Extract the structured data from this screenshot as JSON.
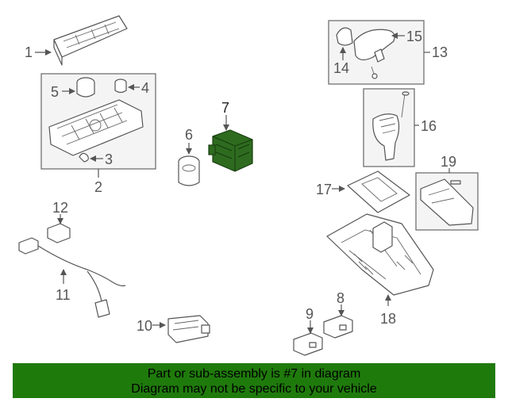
{
  "callouts": {
    "c1": "1",
    "c2": "2",
    "c3": "3",
    "c4": "4",
    "c5": "5",
    "c6": "6",
    "c7": "7",
    "c8": "8",
    "c9": "9",
    "c10": "10",
    "c11": "11",
    "c12": "12",
    "c13": "13",
    "c14": "14",
    "c15": "15",
    "c16": "16",
    "c17": "17",
    "c18": "18",
    "c19": "19"
  },
  "highlight_color": "#2e6b1f",
  "banner": {
    "color": "#1f7a0c",
    "line1": "Part or sub-assembly is #7 in diagram",
    "line2": "Diagram may not be specific to your vehicle"
  }
}
